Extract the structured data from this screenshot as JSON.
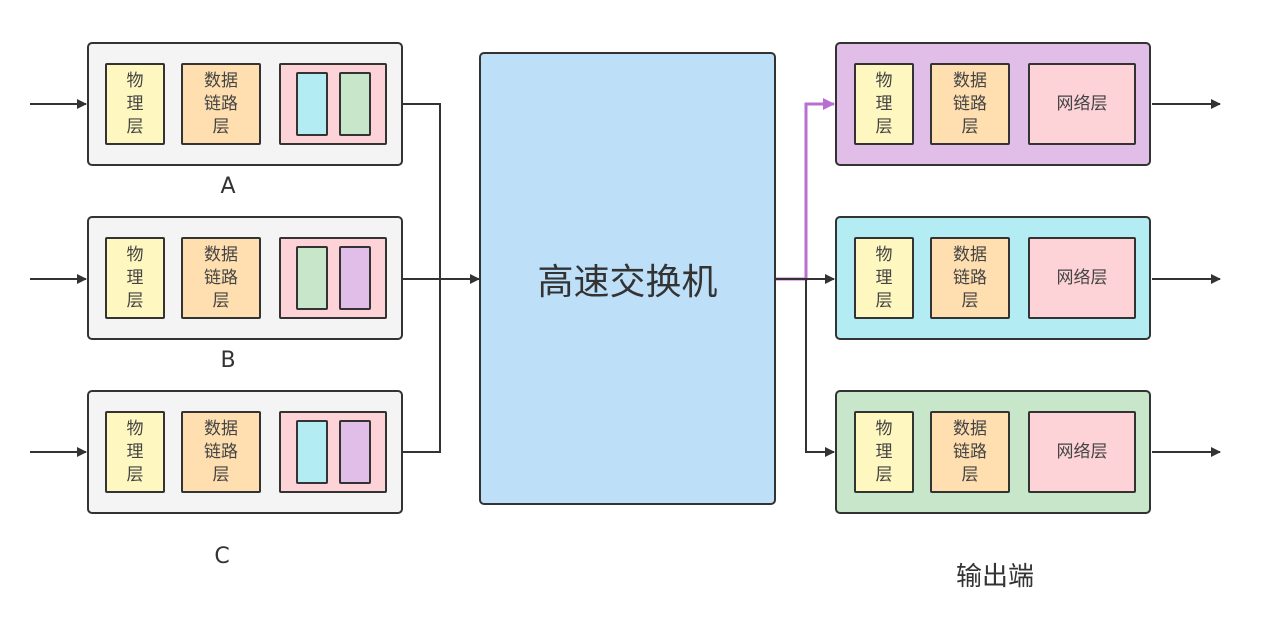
{
  "inputs": [
    {
      "label": "A",
      "physical": "物\n理\n层",
      "datalink": "数据\n链路\n层",
      "queue_colors": [
        "#b3ecf2",
        "#c8e6c9"
      ]
    },
    {
      "label": "B",
      "physical": "物\n理\n层",
      "datalink": "数据\n链路\n层",
      "queue_colors": [
        "#c8e6c9",
        "#e1bee7"
      ]
    },
    {
      "label": "C",
      "physical": "物\n理\n层",
      "datalink": "数据\n链路\n层",
      "queue_colors": [
        "#b3ecf2",
        "#e1bee7"
      ]
    }
  ],
  "switch": {
    "label": "高速交换机",
    "color": "#bddff8"
  },
  "outputs": [
    {
      "bg": "#e1bee7",
      "physical": "物\n理\n层",
      "datalink": "数据\n链路\n层",
      "network": "网络层"
    },
    {
      "bg": "#b3ecf2",
      "physical": "物\n理\n层",
      "datalink": "数据\n链路\n层",
      "network": "网络层"
    },
    {
      "bg": "#c8e6c9",
      "physical": "物\n理\n层",
      "datalink": "数据\n链路\n层",
      "network": "网络层"
    }
  ],
  "output_label": "输出端",
  "highlight_path_color": "#b86fcf"
}
